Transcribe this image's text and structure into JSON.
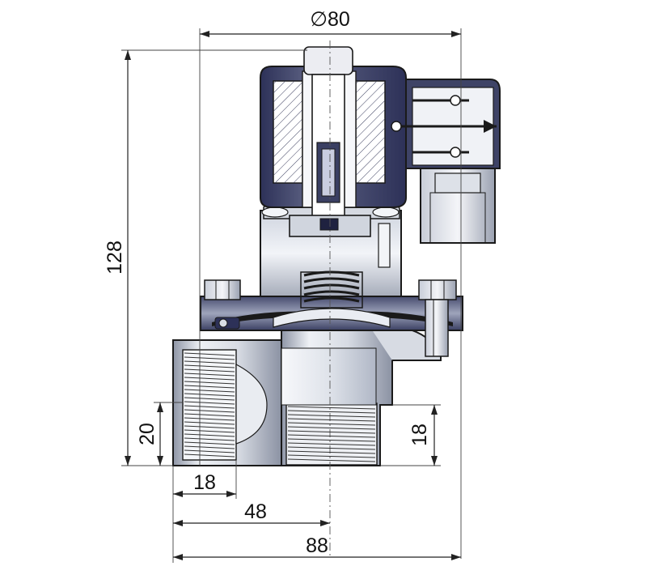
{
  "dimensions": {
    "diameter_top": "∅80",
    "height_left": "128",
    "port_height_left": "20",
    "port_height_right": "18",
    "bottom_18": "18",
    "bottom_48": "48",
    "bottom_88": "88"
  },
  "colors": {
    "steel_light": "#e4e8ee",
    "steel_mid": "#b8bfcc",
    "steel_dark": "#6d7486",
    "navy": "#2d3158",
    "line": "#1a1a1a"
  }
}
